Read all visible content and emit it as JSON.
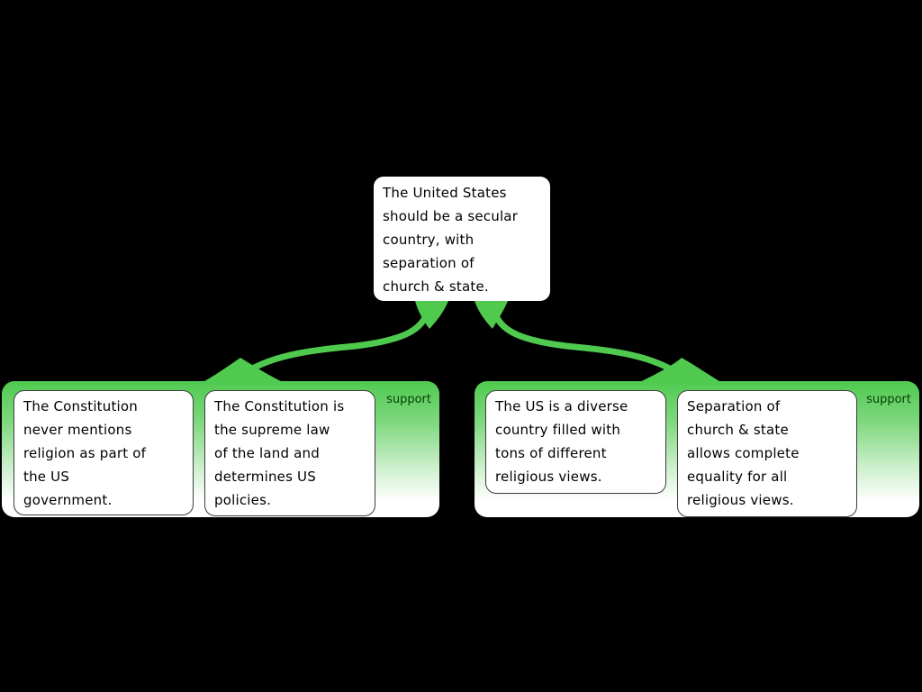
{
  "map": {
    "claim": {
      "text": "The United States\nshould be a secular\ncountry, with\nseparation of\nchurch & state."
    },
    "groups": [
      {
        "label": "support",
        "boxes": [
          {
            "text": "The Constitution\nnever mentions\nreligion as part of\nthe US\ngovernment."
          },
          {
            "text": "The Constitution is\nthe supreme law\nof the land and\ndetermines US\npolicies."
          }
        ]
      },
      {
        "label": "support",
        "boxes": [
          {
            "text": "The US is a diverse\ncountry filled with\ntons of different\nreligious views."
          },
          {
            "text": "Separation of\nchurch & state\nallows complete\nequality for all\nreligious views."
          }
        ]
      }
    ],
    "colors": {
      "background": "#000000",
      "accent-green": "#4fca4f",
      "group-gradient-top": "#4fca4f",
      "group-gradient-bottom": "#ffffff",
      "support-label": "#0a3d0a",
      "reason-border": "#3c3c3c",
      "text": "#000000",
      "node-background": "#ffffff"
    }
  }
}
